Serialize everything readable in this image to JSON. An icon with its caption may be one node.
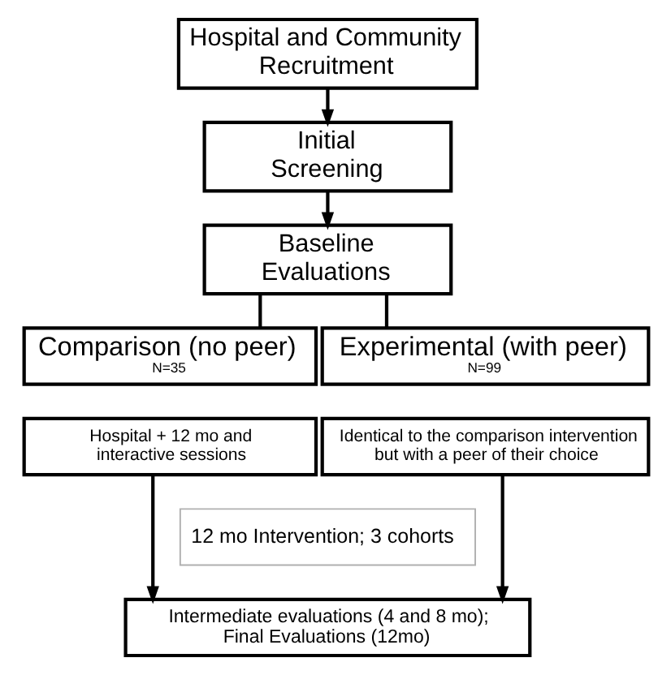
{
  "diagram": {
    "nodes": [
      {
        "text": [
          "Hospital and Community Recruitment"
        ]
      },
      {
        "text": [
          "Initial Screening"
        ]
      },
      {
        "text": [
          "Baseline Evaluations"
        ]
      },
      {
        "text": [
          "Comparison (no peer)",
          "N=35"
        ]
      },
      {
        "text": [
          "Hospital + 12 mo and interactive sessions"
        ]
      },
      {
        "text": [
          "Experimental (with peer)",
          "N=99"
        ]
      },
      {
        "text": [
          "Identical to the comparison intervention but with a peer of their choice"
        ]
      },
      {
        "text": [
          "12 mo Intervention; 3 cohorts"
        ]
      },
      {
        "text": [
          "Intermediate evaluations (4 and 8 mo); Final Evaluations (12mo)"
        ]
      }
    ],
    "edges": [
      {
        "from": 0,
        "to": 1,
        "arrow": "to"
      },
      {
        "from": 1,
        "to": 2,
        "arrow": "to"
      },
      {
        "from": 2,
        "to": 3,
        "arrow": "none"
      },
      {
        "from": 2,
        "to": 5,
        "arrow": "none"
      },
      {
        "from": 4,
        "to": 8,
        "arrow": "to"
      },
      {
        "from": 6,
        "to": 8,
        "arrow": "to"
      }
    ]
  }
}
